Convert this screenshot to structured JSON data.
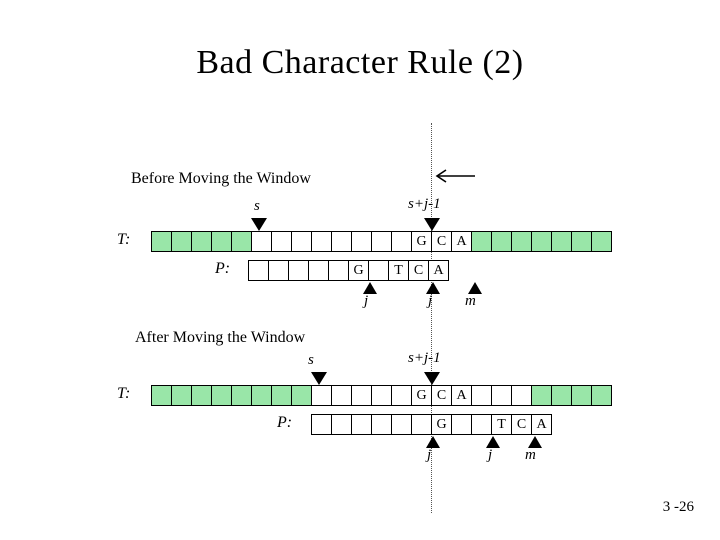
{
  "slide": {
    "title": "Bad Character Rule (2)",
    "page_number": "3 -26",
    "sections": [
      {
        "caption": "Before Moving the Window"
      },
      {
        "caption": "After Moving the Window"
      }
    ],
    "markers": {
      "s": "s",
      "s_plus_j_minus_1": "s+j-1",
      "j": "j",
      "m": "m"
    },
    "rows": {
      "text_label": "T:",
      "pattern_label": "P:"
    },
    "before": {
      "text_cells": [
        "",
        "",
        "",
        "",
        "",
        "",
        "",
        "",
        "",
        "",
        "",
        "",
        "",
        "G",
        "C",
        "A",
        "",
        "",
        "",
        "",
        "",
        "",
        ""
      ],
      "text_green": [
        true,
        true,
        true,
        true,
        true,
        false,
        false,
        false,
        false,
        false,
        false,
        false,
        false,
        false,
        false,
        false,
        true,
        true,
        true,
        true,
        true,
        true,
        true
      ],
      "pattern_offset_cells": 4,
      "pattern_cells": [
        "",
        "",
        "",
        "",
        "",
        "G",
        "",
        "T",
        "C",
        "A"
      ]
    },
    "after": {
      "text_cells": [
        "",
        "",
        "",
        "",
        "",
        "",
        "",
        "",
        "",
        "",
        "",
        "",
        "",
        "G",
        "C",
        "A",
        "",
        "",
        "",
        "",
        "",
        "",
        ""
      ],
      "text_green": [
        true,
        true,
        true,
        true,
        true,
        true,
        true,
        true,
        false,
        false,
        false,
        false,
        false,
        false,
        false,
        false,
        false,
        false,
        false,
        true,
        true,
        true,
        true
      ],
      "pattern_offset_cells": 7,
      "pattern_cells": [
        "",
        "",
        "",
        "",
        "",
        "",
        "G",
        "",
        "",
        "T",
        "C",
        "A"
      ]
    }
  }
}
